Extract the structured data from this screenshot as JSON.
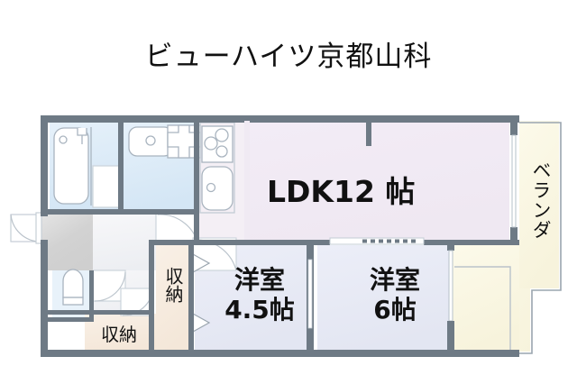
{
  "page": {
    "title": "ビューハイツ京都山科",
    "background_color": "#ffffff"
  },
  "colors": {
    "wall": "#6e7a85",
    "wall_light": "#8d98a2",
    "outline": "#5f6b76",
    "ldk_fill": "#f0e9f3",
    "bedroom_fill": "#e7e9f4",
    "wet_fill": "#dceaf6",
    "storage_fill": "#f6ece1",
    "veranda_fill": "#faf6e1",
    "entry_fill": "#dcdcdc",
    "hall_fill": "#f2f2f5",
    "fixture_stroke": "#9aa7b4",
    "text": "#111111"
  },
  "rooms": [
    {
      "key": "ldk",
      "label": "LDK12 帖",
      "name": "ldk-room"
    },
    {
      "key": "room_a",
      "label": "洋室\n4.5帖",
      "line1": "洋室",
      "line2": "4.5帖",
      "name": "western-room-4p5"
    },
    {
      "key": "room_b",
      "label": "洋室\n6帖",
      "line1": "洋室",
      "line2": "6帖",
      "name": "western-room-6"
    },
    {
      "key": "veranda",
      "label": "ベランダ",
      "name": "veranda"
    },
    {
      "key": "closet_a",
      "label": "収納",
      "name": "closet-upper"
    },
    {
      "key": "closet_b",
      "label": "収納",
      "name": "closet-lower"
    }
  ],
  "labels": {
    "ldk": "LDK12 帖",
    "room_a_line1": "洋室",
    "room_a_line2": "4.5帖",
    "room_b_line1": "洋室",
    "room_b_line2": "6帖",
    "veranda": "ベランダ",
    "closet_a": "収納",
    "closet_b": "収納"
  },
  "fixtures": [
    {
      "name": "bathtub-icon",
      "room": "bathroom"
    },
    {
      "name": "shower-head-icon",
      "room": "bathroom"
    },
    {
      "name": "washbasin-icon",
      "room": "washroom"
    },
    {
      "name": "washing-machine-pan-icon",
      "room": "washroom"
    },
    {
      "name": "stove-icon",
      "room": "kitchen",
      "burners": 3
    },
    {
      "name": "kitchen-sink-icon",
      "room": "kitchen"
    },
    {
      "name": "toilet-icon",
      "room": "toilet"
    }
  ],
  "openings": [
    {
      "name": "entrance-door",
      "type": "swing-out"
    },
    {
      "name": "bathroom-door",
      "type": "swing"
    },
    {
      "name": "washroom-door",
      "type": "swing"
    },
    {
      "name": "kitchen-door",
      "type": "swing"
    },
    {
      "name": "toilet-door",
      "type": "swing"
    },
    {
      "name": "hall-door",
      "type": "swing"
    },
    {
      "name": "ldk-bedroom-sliding-door",
      "type": "sliding"
    },
    {
      "name": "closet-upper-folding-door",
      "type": "folding"
    },
    {
      "name": "bedroom-window-right",
      "type": "window"
    },
    {
      "name": "veranda-window",
      "type": "window"
    }
  ]
}
